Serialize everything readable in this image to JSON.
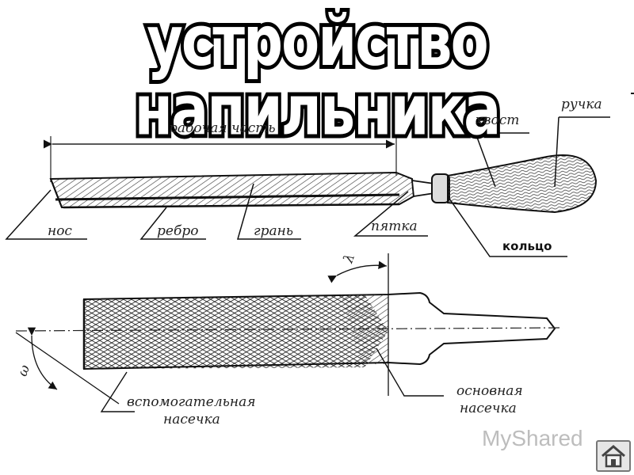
{
  "title": "устройство напильника",
  "labels": {
    "rabochaya_chast": "рабочая часть",
    "khvost": "хвост",
    "ruchka": "ручка",
    "nos": "нос",
    "rebro": "ребро",
    "gran": "грань",
    "pyatka": "пятка",
    "koltso": "кольцо",
    "lambda": "λ",
    "omega": "ω",
    "vspomogatelnaya_1": "вспомогательная",
    "vspomogatelnaya_2": "насечка",
    "osnovnaya_1": "основная",
    "osnovnaya_2": "насечка"
  },
  "watermark": "MyShared",
  "home_icon": "home-icon"
}
